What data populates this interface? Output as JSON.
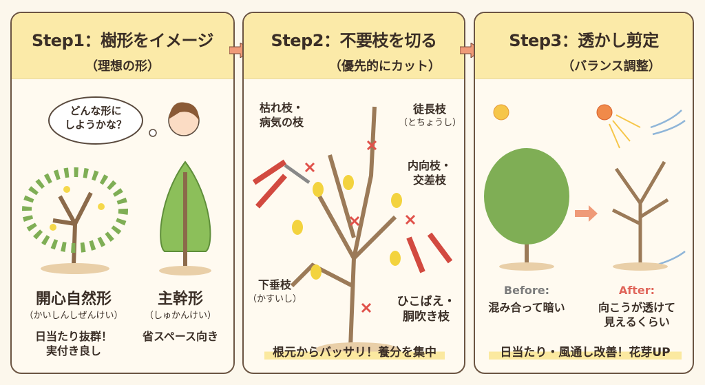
{
  "steps": [
    {
      "title": "Step1：樹形をイメージ",
      "subtitle": "（理想の形）",
      "bubble": "どんな形に\nしようかな？",
      "shapes": [
        {
          "name": "開心自然形",
          "reading": "（かいしんしぜんけい）",
          "note": "日当たり抜群！\n実付き良し"
        },
        {
          "name": "主幹形",
          "reading": "（しゅかんけい）",
          "note": "省スペース向き"
        }
      ]
    },
    {
      "title": "Step2：不要枝を切る",
      "subtitle": "（優先的にカット）",
      "labels": {
        "dead": "枯れ枝・\n病気の枝",
        "water": "徒長枝",
        "water_reading": "（とちょうし）",
        "inward": "内向枝・\n交差枝",
        "hanging": "下垂枝",
        "hanging_reading": "（かすいし）",
        "sucker": "ひこばえ・\n胴吹き枝"
      },
      "footer": "根元からバッサリ！養分を集中"
    },
    {
      "title": "Step3：透かし剪定",
      "subtitle": "（バランス調整）",
      "before_label": "Before:",
      "before_text": "混み合って暗い",
      "after_label": "After:",
      "after_text": "向こうが透けて\n見えるくらい",
      "footer": "日当たり・風通し改善！花芽UP"
    }
  ],
  "colors": {
    "header": "#fbeaa8",
    "cut": "#e0514a",
    "arrow": "#ef9a78",
    "after": "#e0655a",
    "before": "#7b7b7b"
  }
}
